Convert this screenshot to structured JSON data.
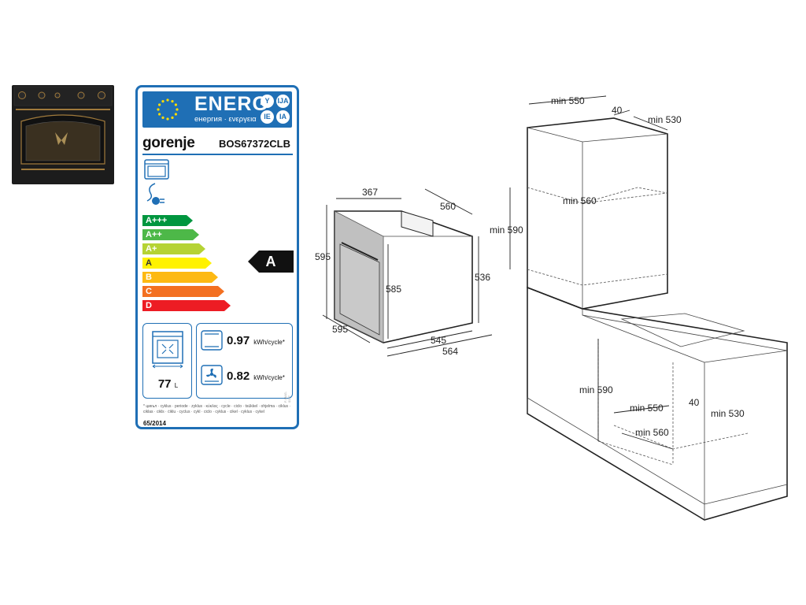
{
  "label": {
    "energy_word": "ENERG",
    "energy_sub": "енергия · ενεργεια",
    "lang_codes": [
      "Y",
      "IJA",
      "IE",
      "IA"
    ],
    "brand": "gorenje",
    "model": "BOS67372CLB",
    "classes": [
      {
        "label": "A+++",
        "color": "#00963f"
      },
      {
        "label": "A++",
        "color": "#4db848"
      },
      {
        "label": "A+",
        "color": "#b5d334"
      },
      {
        "label": "A",
        "color": "#fff200"
      },
      {
        "label": "B",
        "color": "#fdb913"
      },
      {
        "label": "C",
        "color": "#f37021"
      },
      {
        "label": "D",
        "color": "#ed1c24"
      }
    ],
    "rating": "A",
    "volume_value": "77",
    "volume_unit": "L",
    "conventional_value": "0.97",
    "forced_air_value": "0.82",
    "cons_unit": "kWh/cycle*",
    "footnote_1": "* цикъл · cyklus · periode · zyklus · κύκλος · cycle · ciclo · tsükkel · ohjelma · ciklus ·",
    "footnote_2": "ciklas · cikls · ċiklu · cyclus · cykl · ciclo · cyklus · cikel · cyklus · cykel",
    "regulation": "65/2014",
    "vertical_code": "F-MAG-0177"
  },
  "oven_dims": {
    "top_depth": "367",
    "depth": "560",
    "height": "595",
    "inner_height": "585",
    "side_height": "536",
    "width": "595",
    "inner_width": "545",
    "outer_width": "564"
  },
  "install": {
    "column_width": "min 550",
    "column_gap": "40",
    "column_depth": "min 530",
    "column_cutout_depth": "min 560",
    "column_cutout_height": "min 590",
    "under_height": "min 590",
    "under_width": "min 550",
    "under_gap": "40",
    "under_depth": "min 530",
    "under_cutout_depth": "min 560"
  },
  "colors": {
    "label_blue": "#1f6fb5",
    "oven_body": "#1c1c1c",
    "brass": "#a07a3c"
  },
  "icons": [
    "eu-flag-icon",
    "oven-icon",
    "plug-icon",
    "conventional-heat-icon",
    "fan-icon",
    "oven-volume-icon"
  ]
}
